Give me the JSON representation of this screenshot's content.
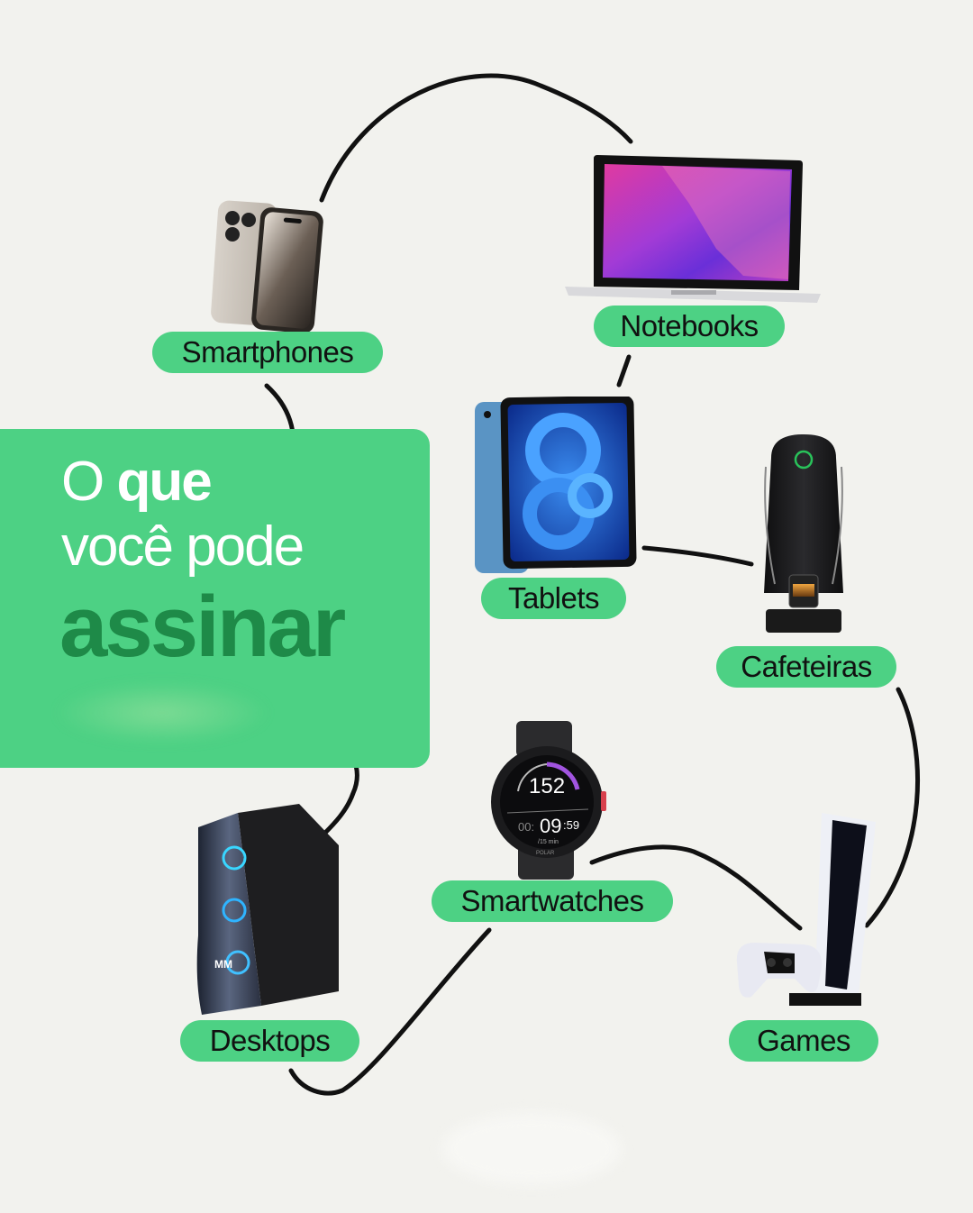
{
  "hero": {
    "line1_normal": "O",
    "line1_bold": "que",
    "line2": "você pode",
    "line3": "assinar",
    "background_color": "#4dd184",
    "accent_text_color": "#1e8a48"
  },
  "categories": [
    {
      "label": "Smartphones",
      "icon": "smartphone-icon"
    },
    {
      "label": "Notebooks",
      "icon": "laptop-icon"
    },
    {
      "label": "Tablets",
      "icon": "tablet-icon"
    },
    {
      "label": "Cafeteiras",
      "icon": "coffee-machine-icon"
    },
    {
      "label": "Smartwatches",
      "icon": "smartwatch-icon"
    },
    {
      "label": "Desktops",
      "icon": "desktop-tower-icon"
    },
    {
      "label": "Games",
      "icon": "game-console-icon"
    }
  ],
  "watch_face": {
    "heart_rate": "152",
    "time_prefix": "00:",
    "time_main": "09",
    "time_seconds": ":59",
    "pace": "/15 min",
    "brand": "POLAR"
  },
  "colors": {
    "background": "#f2f2ee",
    "pill": "#4dd184",
    "line": "#111111"
  }
}
